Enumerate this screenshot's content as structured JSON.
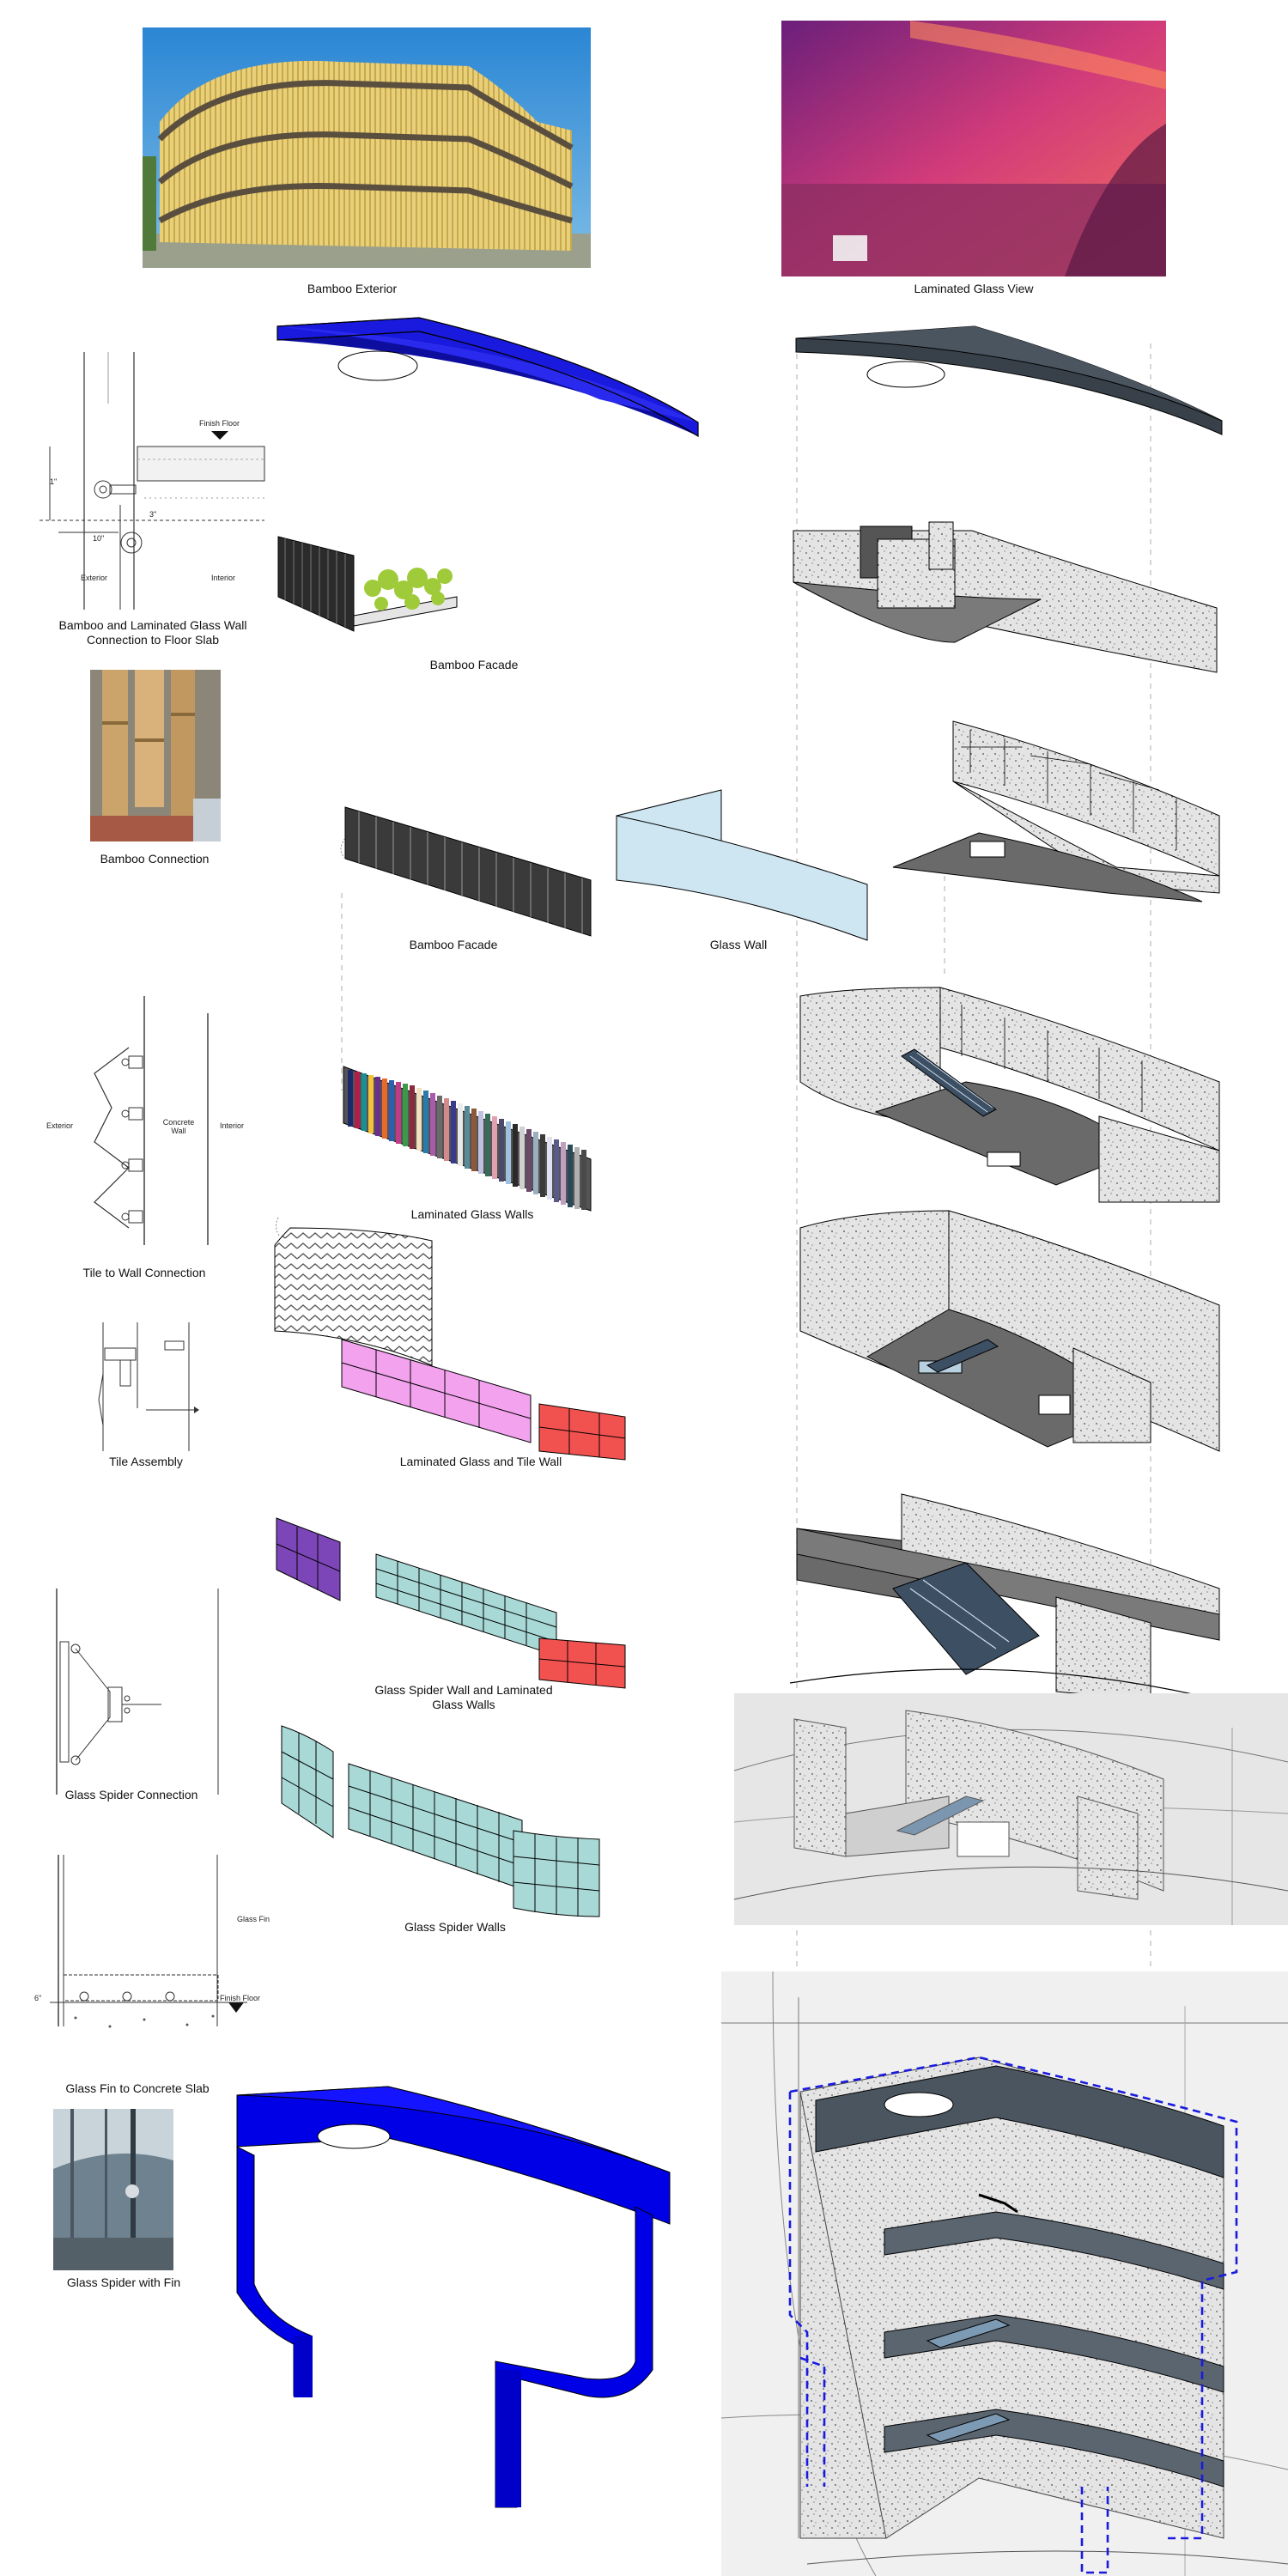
{
  "captions": {
    "bamboo_exterior": "Bamboo Exterior",
    "laminated_glass_view": "Laminated Glass View",
    "bamboo_facade_top": "Bamboo Facade",
    "wall_connection_line1": "Bamboo and Laminated Glass Wall",
    "wall_connection_line2": "Connection to Floor Slab",
    "bamboo_connection": "Bamboo  Connection",
    "bamboo_facade_mid": "Bamboo Facade",
    "glass_wall": "Glass Wall",
    "laminated_glass_walls": "Laminated Glass Walls",
    "tile_to_wall": "Tile to Wall Connection",
    "tile_assembly": "Tile  Assembly",
    "laminated_glass_tile_wall": "Laminated Glass and Tile Wall",
    "spider_laminated_line1": "Glass Spider Wall and Laminated",
    "spider_laminated_line2": "Glass Walls",
    "glass_spider_connection": "Glass Spider Connection",
    "glass_spider_walls": "Glass Spider Walls",
    "glass_fin_to_slab": "Glass Fin to Concrete Slab",
    "glass_spider_with_fin": "Glass Spider with Fin"
  },
  "detail_notes": {
    "finish_floor": "Finish Floor",
    "exterior": "Exterior",
    "interior": "Interior",
    "concrete_wall": "Concrete Wall",
    "glass_fin": "Glass Fin",
    "finish_floor_2": "Finish Floor",
    "dim_1in": "1\"",
    "dim_10in": "10\"",
    "dim_3in": "3\"",
    "dim_6in": "6\""
  },
  "colors": {
    "slab_blue": "#1a1adf",
    "slab_gray": "#4a5560",
    "concrete": "#d9d9d9",
    "glass_blue": "#cde6f2",
    "tile_pink": "#f3a3ee",
    "tile_red": "#f2524f",
    "tile_purple": "#7c46b8",
    "spider_teal": "#a8d9d6",
    "bamboo_gold": "#e3c56c",
    "sky_blue": "#3d8fd6",
    "glass_magenta": "#c0337a"
  }
}
